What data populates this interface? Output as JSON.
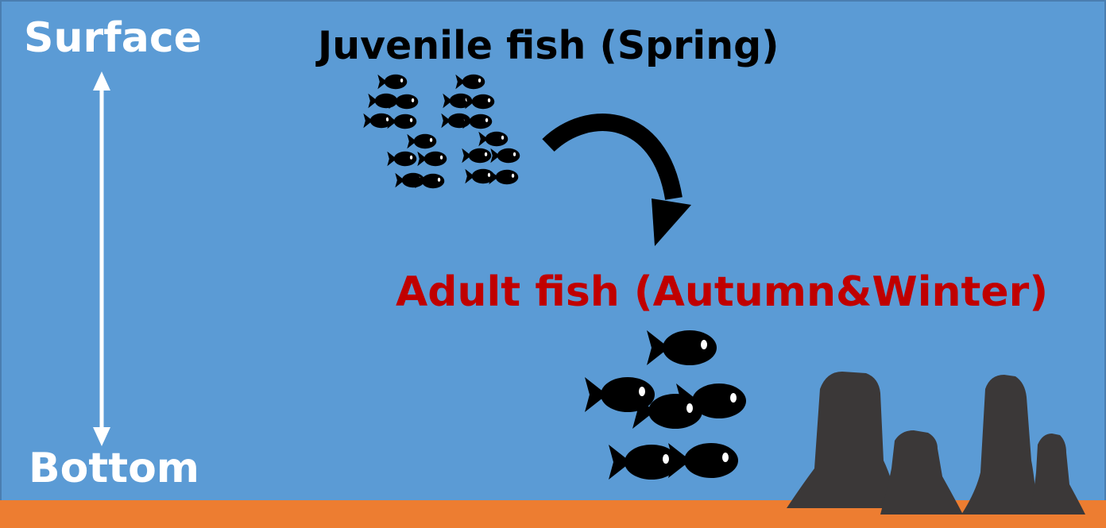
{
  "labels": {
    "surface": "Surface",
    "bottom": "Bottom",
    "juvenile": "Juvenile fish (Spring)",
    "adult": "Adult fish (Autumn&Winter)"
  },
  "colors": {
    "water": "#5b9bd5",
    "border": "#4a7eb0",
    "seabed": "#ed7d31",
    "rock": "#3b3838",
    "fish": "#000000",
    "label_white": "#ffffff",
    "label_black": "#000000",
    "label_red": "#c00000",
    "arrow": "#000000"
  },
  "icons": {
    "depth_axis": "double-headed-arrow-icon",
    "migration": "curved-arrow-icon",
    "fish": "fish-icon",
    "rock": "rock-icon"
  }
}
